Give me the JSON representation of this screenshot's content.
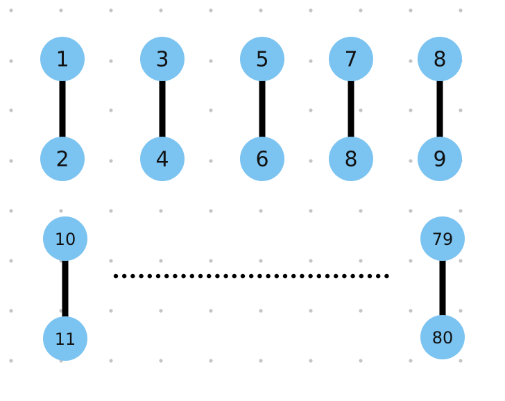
{
  "colors": {
    "node_fill": "#7BC3F0",
    "edge": "#000000",
    "grid_dot": "#C4C4C4",
    "label": "#111111",
    "background": "#FFFFFF"
  },
  "diagram": {
    "pairs": [
      {
        "top": "1",
        "bottom": "2"
      },
      {
        "top": "3",
        "bottom": "4"
      },
      {
        "top": "5",
        "bottom": "6"
      },
      {
        "top": "7",
        "bottom": "8"
      },
      {
        "top": "8",
        "bottom": "9"
      },
      {
        "top": "10",
        "bottom": "11"
      },
      {
        "top": "79",
        "bottom": "80"
      }
    ],
    "ellipsis": "continuation between pair 10–11 and pair 79–80"
  }
}
